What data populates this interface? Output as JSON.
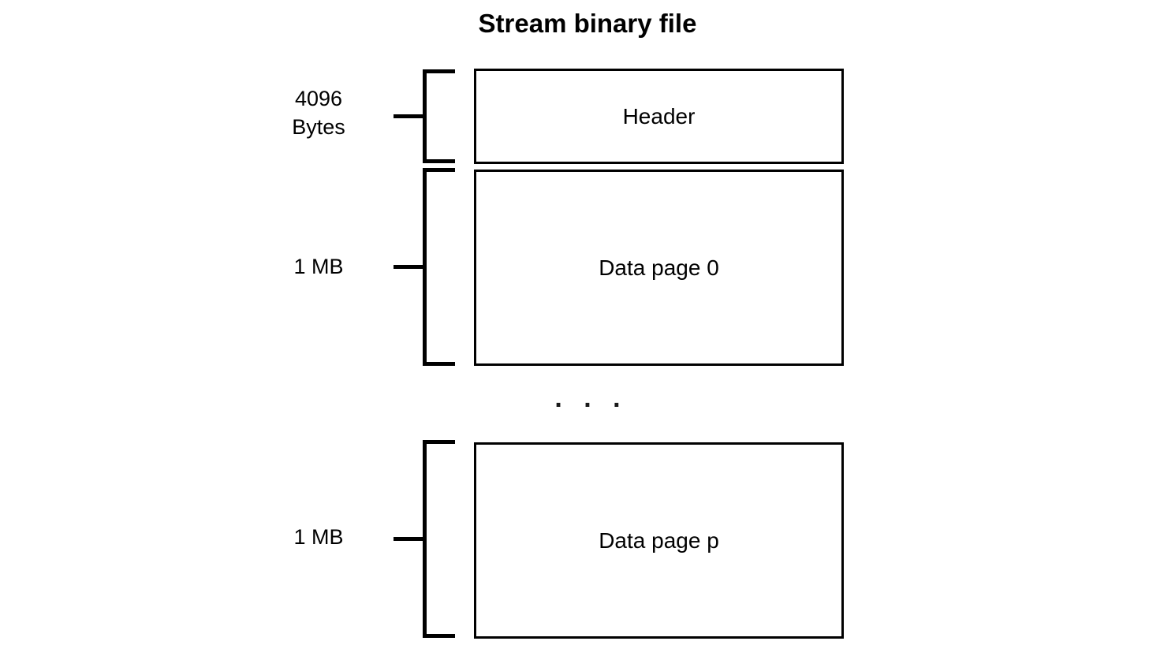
{
  "diagram": {
    "title": "Stream binary file",
    "type": "block-layout-diagram",
    "background_color": "#ffffff",
    "stroke_color": "#000000",
    "ellipsis": ". . .",
    "sections": [
      {
        "id": "header",
        "label": "Header",
        "size_label": "4096\nBytes",
        "size_value": "4096 Bytes"
      },
      {
        "id": "data-page-0",
        "label": "Data page 0",
        "size_label": "1 MB",
        "size_value": "1 MB"
      },
      {
        "id": "data-page-p",
        "label": "Data page p",
        "size_label": "1 MB",
        "size_value": "1 MB"
      }
    ]
  }
}
